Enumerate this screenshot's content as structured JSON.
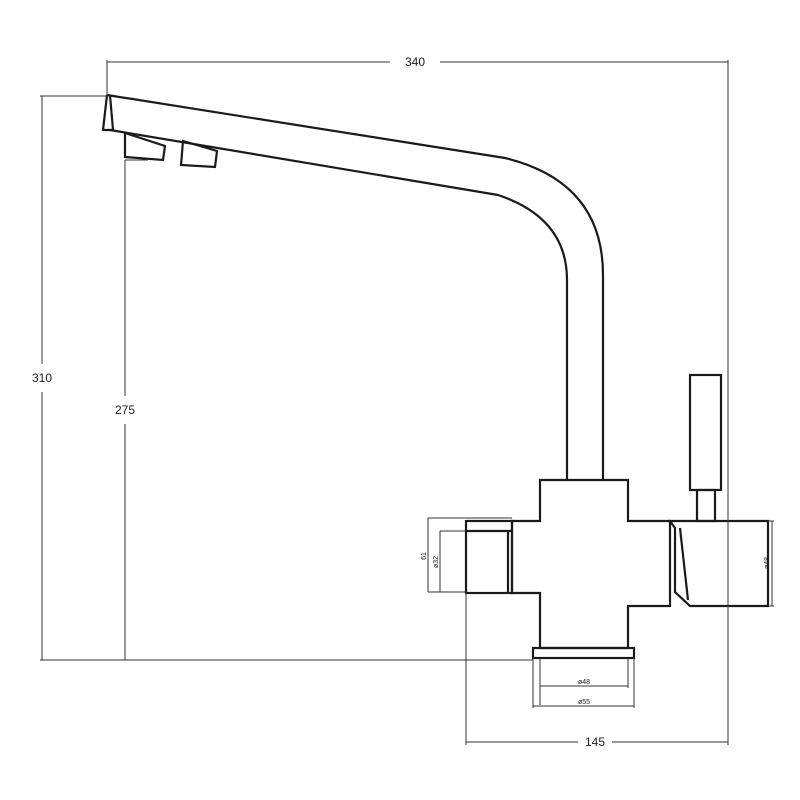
{
  "drawing": {
    "dimensions": {
      "overall_width": "340",
      "overall_height": "310",
      "spout_height": "275",
      "base_width": "145",
      "body_depth": "61",
      "left_outlet_diameter": "ø32",
      "right_handle_diameter": "ø48",
      "base_inner_diameter": "ø48",
      "base_outer_diameter": "ø55"
    }
  }
}
